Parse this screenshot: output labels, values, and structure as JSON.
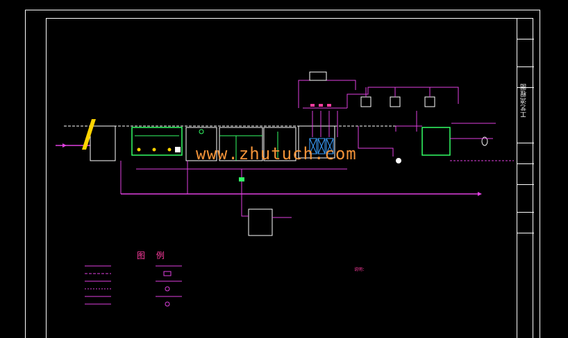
{
  "drawing": {
    "title": "工艺流程图",
    "watermark": "www.zhutuch.com"
  },
  "legend": {
    "title": "图 例"
  },
  "notes": {
    "title": "说明："
  },
  "colors": {
    "background": "#000000",
    "frame": "#ffffff",
    "pipe": "#e040e0",
    "label": "#ff3ca0",
    "structure": "#33ff66",
    "equipment": "#ffffff",
    "accent": "#ffd400",
    "water": "#3ca0ff",
    "watermark": "#ff9a3c"
  }
}
